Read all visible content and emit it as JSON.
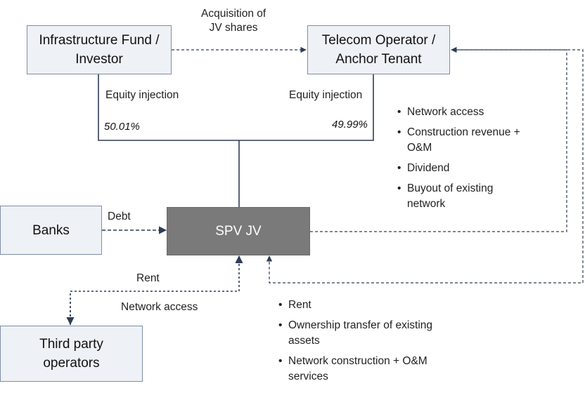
{
  "nodes": {
    "infrastructure_fund": "Infrastructure Fund /\nInvestor",
    "telecom_operator": "Telecom Operator /\nAnchor Tenant",
    "banks": "Banks",
    "spv_jv": "SPV JV",
    "third_party": "Third party\noperators"
  },
  "edges": {
    "acquisition": "Acquisition of\nJV shares",
    "equity_fund": "Equity injection",
    "equity_telecom": "Equity injection",
    "fund_share": "50.01%",
    "telecom_share": "49.99%",
    "debt": "Debt",
    "rent": "Rent",
    "network_access": "Network access"
  },
  "spv_to_telecom": {
    "items": [
      "Network access",
      "Construction revenue +\nO&M",
      "Dividend",
      "Buyout of existing\nnetwork"
    ]
  },
  "telecom_to_spv": {
    "items": [
      "Rent",
      "Ownership transfer of existing\nassets",
      "Network construction + O&M\nservices"
    ]
  },
  "colors": {
    "box_fill": "#eef1f5",
    "box_border": "#7f8fa6",
    "spv_fill": "#7a7a7a",
    "line": "#2e3d55"
  }
}
